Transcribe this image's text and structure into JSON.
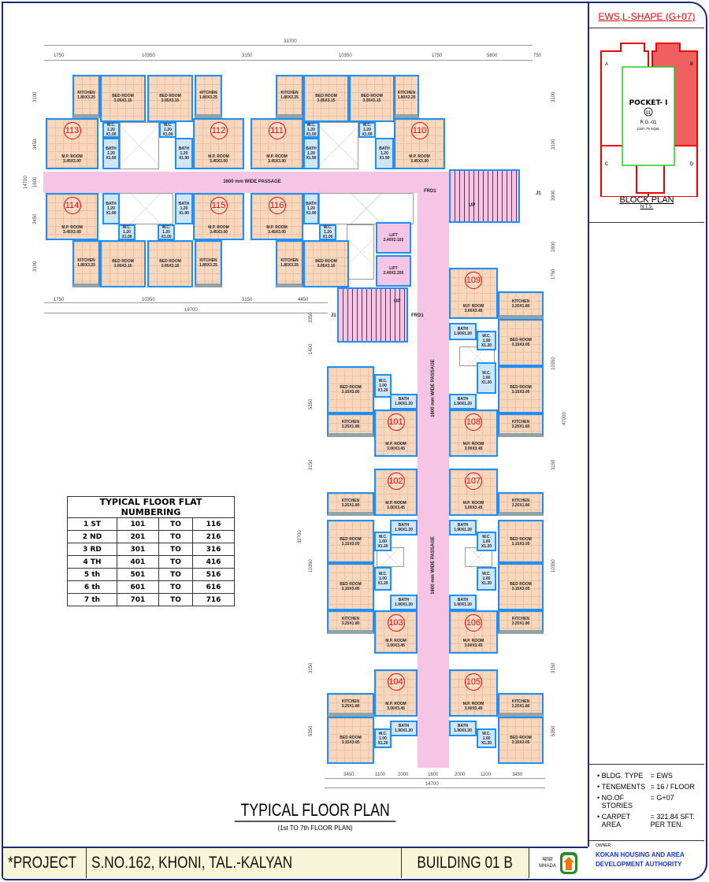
{
  "dimensions": {
    "top_total": "33700",
    "top_segments": [
      "1750",
      "10350",
      "3150",
      "10350",
      "1750",
      "5600",
      "750"
    ],
    "wing_bottom_segments": [
      "1750",
      "10350",
      "3150",
      "4450"
    ],
    "wing_bottom_total": "19700",
    "left_segments": [
      "3100",
      "3450",
      "1600",
      "3450",
      "3100"
    ],
    "left_total": "14700",
    "right_segments": [
      "3100",
      "3100",
      "3900",
      "2800",
      "1750"
    ],
    "right_column": [
      "10350",
      "3150",
      "10350",
      "3150",
      "5350"
    ],
    "right_total": "47000",
    "left_column": [
      "3350",
      "1400",
      "5350",
      "3150",
      "10350",
      "3150",
      "5350"
    ],
    "left_column_total": "32700",
    "bottom_segments": [
      "3450",
      "1100",
      "2000",
      "1600",
      "2000",
      "1100",
      "3450"
    ],
    "bottom_total": "14700"
  },
  "passage_label": "1600 mm WIDE PASSAGE",
  "core": {
    "lift1": "LIFT",
    "lift1_size": "2.40X2.103",
    "lift2": "LIFT",
    "lift2_size": "2.40X2.200",
    "up": "UP",
    "frd1": "FRD1",
    "j1": "J1"
  },
  "flats": [
    {
      "number": "113",
      "rooms": [
        [
          "M.P. ROOM",
          "3.45X3.00"
        ],
        [
          "KITCHEN",
          "1.80X3.25"
        ],
        [
          "BED ROOM",
          "3.05X3.15"
        ],
        [
          "W.C.",
          "1.20 X1.00"
        ],
        [
          "BATH",
          "1.20 X1.90"
        ]
      ]
    },
    {
      "number": "112",
      "rooms": [
        [
          "M.P. ROOM",
          "3.45X3.00"
        ],
        [
          "KITCHEN",
          "1.80X3.25"
        ],
        [
          "BED ROOM",
          "3.05X3.15"
        ],
        [
          "W.C.",
          "1.20 X1.00"
        ],
        [
          "BATH",
          "1.20 X1.90"
        ]
      ]
    },
    {
      "number": "111",
      "rooms": [
        [
          "M.P. ROOM",
          "3.45X3.00"
        ],
        [
          "KITCHEN",
          "1.80X3.25"
        ],
        [
          "BED ROOM",
          "3.05X3.15"
        ],
        [
          "W.C.",
          "1.20 X1.00"
        ],
        [
          "BATH",
          "1.20 X1.90"
        ]
      ]
    },
    {
      "number": "110",
      "rooms": [
        [
          "M.P. ROOM",
          "3.45X3.00"
        ],
        [
          "KITCHEN",
          "1.80X3.25"
        ],
        [
          "BED ROOM",
          "3.05X3.15"
        ],
        [
          "W.C.",
          "1.20 X1.00"
        ],
        [
          "BATH",
          "1.20 X1.90"
        ]
      ]
    },
    {
      "number": "114",
      "rooms": [
        [
          "M.P. ROOM",
          "3.45X3.00"
        ],
        [
          "KITCHEN",
          "1.80X3.25"
        ],
        [
          "BED ROOM",
          "3.05X3.15"
        ],
        [
          "W.C.",
          "1.20 X1.00"
        ],
        [
          "BATH",
          "1.20 X1.90"
        ]
      ]
    },
    {
      "number": "115",
      "rooms": [
        [
          "M.P. ROOM",
          "3.45X3.00"
        ],
        [
          "KITCHEN",
          "1.80X3.25"
        ],
        [
          "BED ROOM",
          "3.05X3.15"
        ],
        [
          "W.C.",
          "1.20 X1.00"
        ],
        [
          "BATH",
          "1.20 X1.90"
        ]
      ]
    },
    {
      "number": "116",
      "rooms": [
        [
          "M.P. ROOM",
          "3.45X3.00"
        ],
        [
          "KITCHEN",
          "1.80X3.25"
        ],
        [
          "BED ROOM",
          "3.05X3.15"
        ],
        [
          "W.C.",
          "1.20 X1.00"
        ],
        [
          "BATH",
          "1.20 X1.90"
        ]
      ]
    },
    {
      "number": "109",
      "rooms": [
        [
          "M.P. ROOM",
          "3.00X3.45"
        ],
        [
          "KITCHEN",
          "3.25X1.80"
        ],
        [
          "BED ROOM",
          "3.15X3.05"
        ],
        [
          "W.C.",
          "1.00 X1.20"
        ],
        [
          "BATH",
          "1.90X1.20"
        ]
      ]
    },
    {
      "number": "108",
      "rooms": [
        [
          "M.P. ROOM",
          "3.00X3.45"
        ],
        [
          "KITCHEN",
          "3.25X1.80"
        ],
        [
          "BED ROOM",
          "3.15X3.05"
        ],
        [
          "W.C.",
          "1.00 X1.20"
        ],
        [
          "BATH",
          "1.90X1.20"
        ]
      ]
    },
    {
      "number": "107",
      "rooms": [
        [
          "M.P. ROOM",
          "3.00X3.45"
        ],
        [
          "KITCHEN",
          "3.25X1.80"
        ],
        [
          "BED ROOM",
          "3.15X3.05"
        ],
        [
          "W.C.",
          "1.00 X1.20"
        ],
        [
          "BATH",
          "1.90X1.20"
        ]
      ]
    },
    {
      "number": "106",
      "rooms": [
        [
          "M.P. ROOM",
          "3.00X3.45"
        ],
        [
          "KITCHEN",
          "3.25X1.80"
        ],
        [
          "BED ROOM",
          "3.15X3.05"
        ],
        [
          "W.C.",
          "1.00 X1.20"
        ],
        [
          "BATH",
          "1.90X1.20"
        ]
      ]
    },
    {
      "number": "105",
      "rooms": [
        [
          "M.P. ROOM",
          "3.00X3.45"
        ],
        [
          "KITCHEN",
          "3.25X1.80"
        ],
        [
          "BED ROOM",
          "3.15X3.05"
        ],
        [
          "W.C.",
          "1.00 X1.20"
        ],
        [
          "BATH",
          "1.90X1.20"
        ]
      ]
    },
    {
      "number": "101",
      "rooms": [
        [
          "M.P. ROOM",
          "3.00X3.45"
        ],
        [
          "KITCHEN",
          "3.25X1.80"
        ],
        [
          "BED ROOM",
          "3.15X3.05"
        ],
        [
          "W.C.",
          "1.00 X1.20"
        ],
        [
          "BATH",
          "1.90X1.20"
        ]
      ]
    },
    {
      "number": "102",
      "rooms": [
        [
          "M.P. ROOM",
          "3.00X3.45"
        ],
        [
          "KITCHEN",
          "3.25X1.80"
        ],
        [
          "BED ROOM",
          "3.15X3.05"
        ],
        [
          "W.C.",
          "1.00 X1.20"
        ],
        [
          "BATH",
          "1.90X1.20"
        ]
      ]
    },
    {
      "number": "103",
      "rooms": [
        [
          "M.P. ROOM",
          "3.00X3.45"
        ],
        [
          "KITCHEN",
          "3.25X1.80"
        ],
        [
          "BED ROOM",
          "3.15X3.05"
        ],
        [
          "W.C.",
          "1.00 X1.20"
        ],
        [
          "BATH",
          "1.90X1.20"
        ]
      ]
    },
    {
      "number": "104",
      "rooms": [
        [
          "M.P. ROOM",
          "3.00X3.45"
        ],
        [
          "KITCHEN",
          "3.25X1.80"
        ],
        [
          "BED ROOM",
          "3.15X3.05"
        ],
        [
          "W.C.",
          "1.00 X1.20"
        ],
        [
          "BATH",
          "1.90X1.20"
        ]
      ]
    }
  ],
  "numbering_table": {
    "title": "TYPICAL FLOOR FLAT NUMBERING",
    "rows": [
      [
        "1 ST",
        "101",
        "TO",
        "116"
      ],
      [
        "2 ND",
        "201",
        "TO",
        "216"
      ],
      [
        "3 RD",
        "301",
        "TO",
        "316"
      ],
      [
        "4 TH",
        "401",
        "TO",
        "416"
      ],
      [
        "5 th",
        "501",
        "TO",
        "516"
      ],
      [
        "6 th",
        "601",
        "TO",
        "616"
      ],
      [
        "7 th",
        "701",
        "TO",
        "716"
      ]
    ]
  },
  "plan_title": "TYPICAL FLOOR PLAN",
  "plan_subtitle": "(1st TO 7th FLOOR PLAN)",
  "side": {
    "header": "EWS,L-SHAPE (G+07)",
    "block_plan": {
      "pocket": "POCKET- I",
      "pocket_no": "01",
      "rg": "R.G.-01",
      "area": "2187.79 SQM.",
      "markers": [
        "A",
        "B",
        "C",
        "D"
      ],
      "title": "BLOCK PLAN",
      "scale": "N.T.S."
    },
    "info": [
      {
        "key": "BLDG. TYPE",
        "value": "= EWS"
      },
      {
        "key": "TENEMENTS",
        "value": "= 16 / FLOOR"
      },
      {
        "key": "NO.OF STORIES",
        "value": "= G+07"
      },
      {
        "key": "CARPET AREA",
        "value": "= 321.84 SFT. PER TEN."
      }
    ],
    "owner_label": "OWNER:-",
    "owner": "KOKAN HOUSING AND AREA DEVELOPMENT AUTHORITY"
  },
  "footer": {
    "project": "*PROJECT",
    "address": "S.NO.162, KHONI, TAL.-KALYAN",
    "building": "BUILDING 01 B",
    "logo_text": "म्हाडा",
    "logo_sub": "MHADA"
  },
  "colors": {
    "room": "#f8d7bd",
    "wet": "#cfe6f7",
    "passage": "#f6c4e4",
    "wall": "#1e8fff",
    "badge": "#e00000",
    "frame": "#1a2a7a",
    "strip": "#f8f4d8"
  }
}
